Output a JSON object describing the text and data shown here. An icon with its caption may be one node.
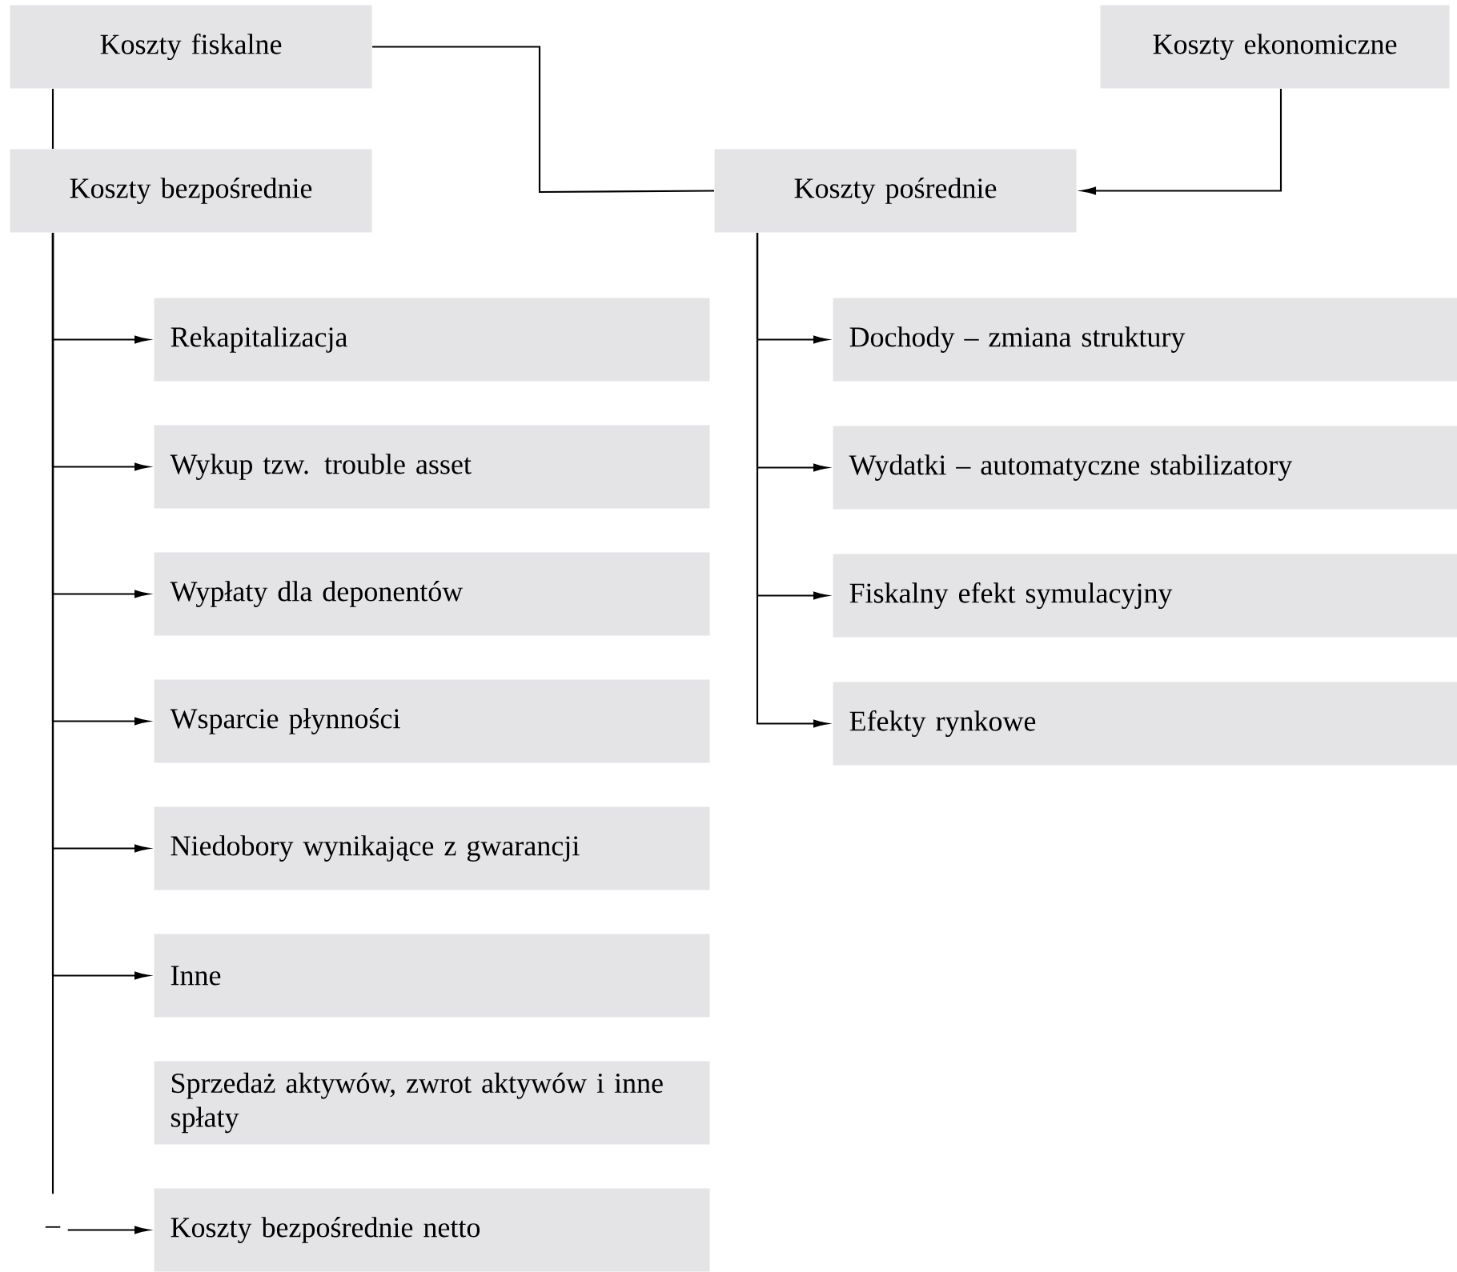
{
  "diagram": {
    "nodes": [
      {
        "text": [
          "Koszty fiskalne"
        ]
      },
      {
        "text": [
          "Koszty ekonomiczne"
        ]
      },
      {
        "text": [
          "Koszty bezpośrednie"
        ]
      },
      {
        "text": [
          "Koszty pośrednie"
        ]
      },
      {
        "text": [
          "Rekapitalizacja"
        ]
      },
      {
        "text": [
          "Wykup tzw. trouble asset"
        ]
      },
      {
        "text": [
          "Wypłaty dla deponentów"
        ]
      },
      {
        "text": [
          "Wsparcie płynności"
        ]
      },
      {
        "text": [
          "Niedobory wynikające z gwarancji"
        ]
      },
      {
        "text": [
          "Inne"
        ]
      },
      {
        "text": [
          "Sprzedaż aktywów, zwrot aktywów i inne spłaty"
        ]
      },
      {
        "text": [
          "Koszty bezpośrednie netto"
        ]
      },
      {
        "text": [
          "Dochody  – zmiana struktury"
        ]
      },
      {
        "text": [
          "Wydatki – automatyczne stabilizatory"
        ]
      },
      {
        "text": [
          "Fiskalny efekt symulacyjny"
        ]
      },
      {
        "text": [
          "Efekty rynkowe"
        ]
      }
    ],
    "edges": [
      {
        "from": 0,
        "to": 3,
        "arrow": "none"
      },
      {
        "from": 1,
        "to": 3,
        "arrow": "to"
      },
      {
        "from": 0,
        "to": 2,
        "arrow": "none"
      },
      {
        "from": 2,
        "to": 4,
        "arrow": "to"
      },
      {
        "from": 2,
        "to": 5,
        "arrow": "to"
      },
      {
        "from": 2,
        "to": 6,
        "arrow": "to"
      },
      {
        "from": 2,
        "to": 7,
        "arrow": "to"
      },
      {
        "from": 2,
        "to": 8,
        "arrow": "to"
      },
      {
        "from": 2,
        "to": 9,
        "arrow": "to"
      },
      {
        "from": 2,
        "to": 11,
        "arrow": "to",
        "label": "–"
      },
      {
        "from": 3,
        "to": 12,
        "arrow": "to"
      },
      {
        "from": 3,
        "to": 13,
        "arrow": "to"
      },
      {
        "from": 3,
        "to": 14,
        "arrow": "to"
      },
      {
        "from": 3,
        "to": 15,
        "arrow": "to"
      }
    ]
  }
}
